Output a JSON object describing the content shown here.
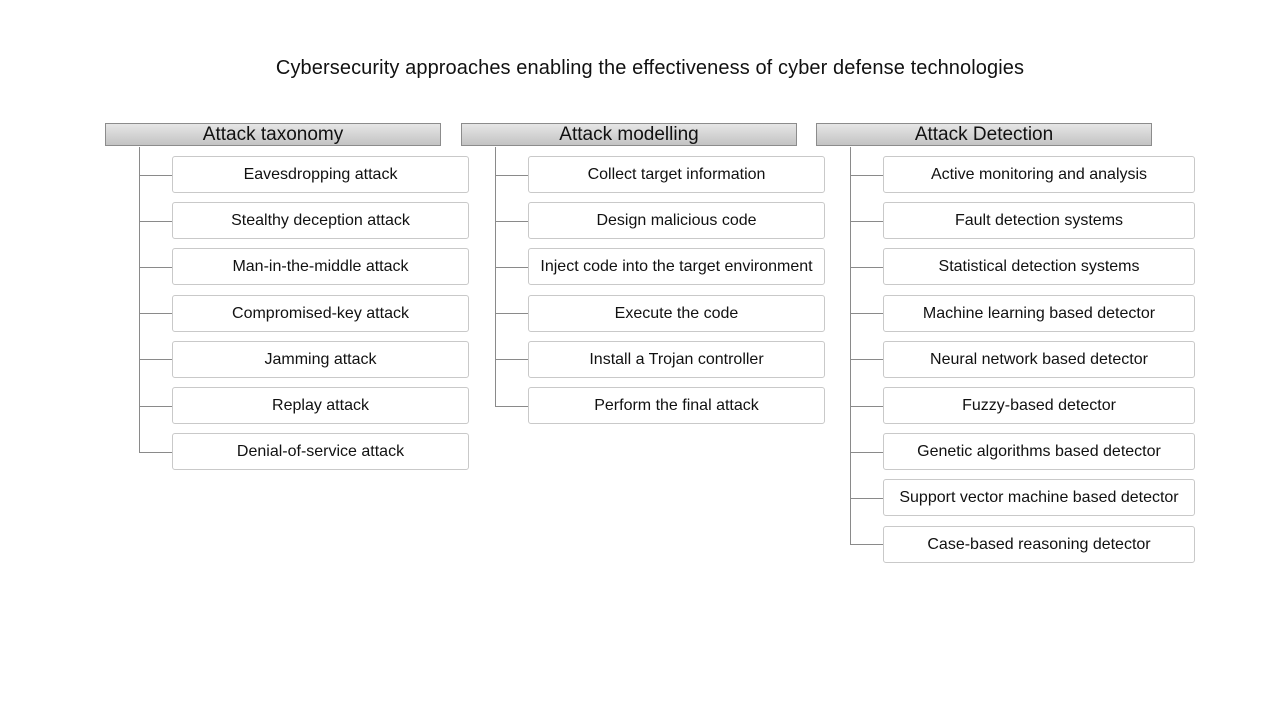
{
  "title": "Cybersecurity approaches enabling the effectiveness of cyber defense technologies",
  "columns": [
    {
      "heading": "Attack taxonomy",
      "items": [
        "Eavesdropping attack",
        "Stealthy deception attack",
        "Man-in-the-middle attack",
        "Compromised-key attack",
        "Jamming attack",
        "Replay attack",
        "Denial-of-service attack"
      ]
    },
    {
      "heading": "Attack modelling",
      "items": [
        "Collect target information",
        "Design malicious code",
        "Inject code into the target environment",
        "Execute the code",
        "Install a Trojan controller",
        "Perform the final attack"
      ]
    },
    {
      "heading": "Attack Detection",
      "items": [
        "Active monitoring and analysis",
        "Fault detection systems",
        "Statistical detection systems",
        "Machine learning based detector",
        "Neural network based detector",
        "Fuzzy-based detector",
        "Genetic algorithms based detector",
        "Support vector machine based detector",
        "Case-based reasoning detector"
      ]
    }
  ]
}
